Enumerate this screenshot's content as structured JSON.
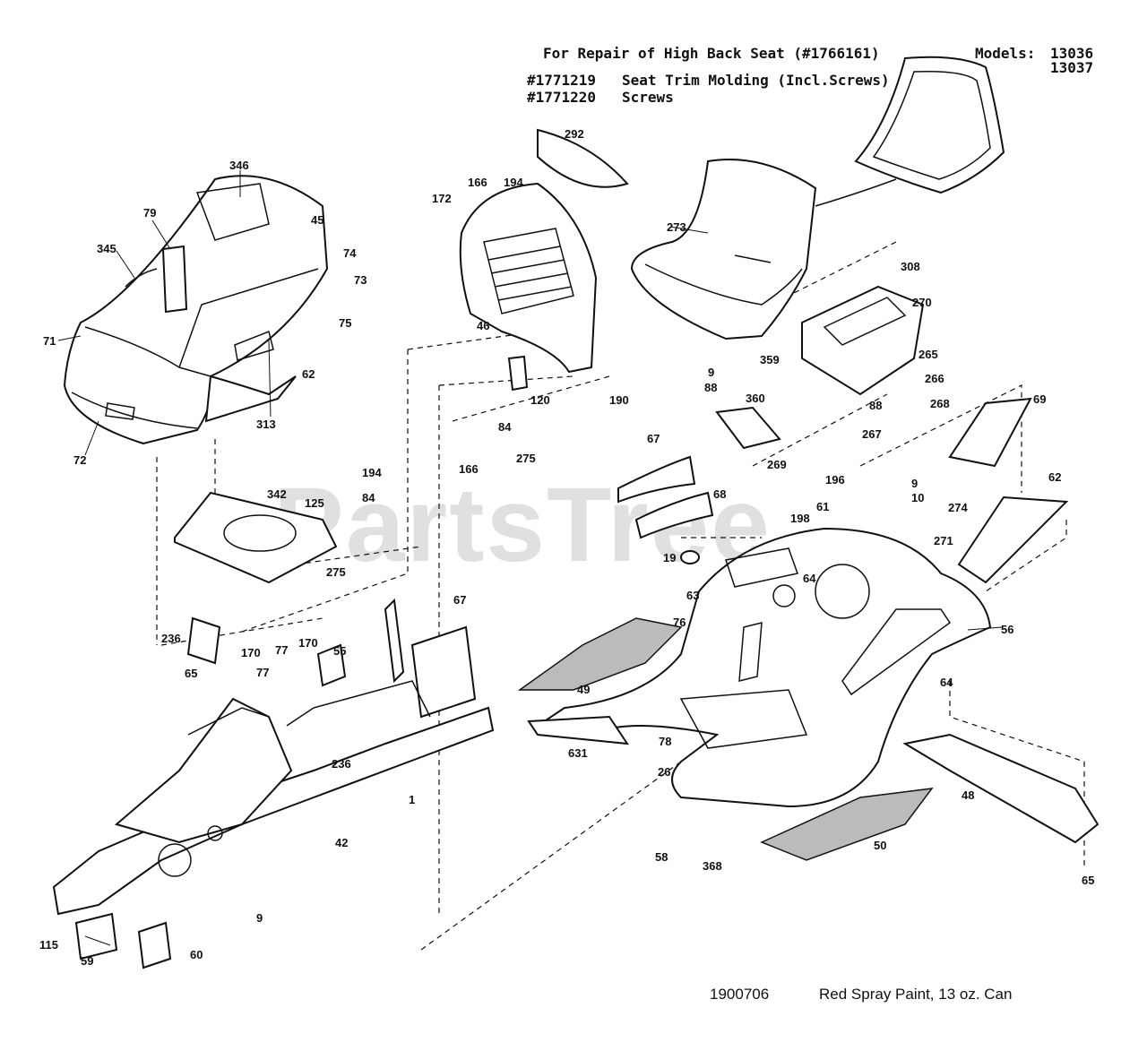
{
  "header": {
    "repair_title": "For Repair of High Back Seat (#1766161)",
    "models_label": "Models:",
    "model_1": "13036",
    "model_2": "13037",
    "line_1_part": "#1771219",
    "line_1_desc": "Seat Trim Molding (Incl.Screws)",
    "line_2_part": "#1771220",
    "line_2_desc": "Screws"
  },
  "footer": {
    "paint_part": "1900706",
    "paint_desc": "Red Spray Paint, 13 oz. Can"
  },
  "watermark": "PartsTree",
  "callouts": {
    "c346a": "346",
    "c79": "79",
    "c345": "345",
    "c45": "45",
    "c74": "74",
    "c73": "73",
    "c75": "75",
    "c71": "71",
    "c62a": "62",
    "c313": "313",
    "c72": "72",
    "c292": "292",
    "c166a": "166",
    "c194a": "194",
    "c172": "172",
    "c46": "46",
    "c120": "120",
    "c190": "190",
    "c84a": "84",
    "c166b": "166",
    "c275a": "275",
    "c273": "273",
    "c308": "308",
    "c270": "270",
    "c359": "359",
    "c265": "265",
    "c266": "266",
    "c268": "268",
    "c88a": "88",
    "c267": "267",
    "c9a": "9",
    "c88b": "88",
    "c360": "360",
    "c269": "269",
    "c69": "69",
    "c194b": "194",
    "c84b": "84",
    "c342": "342",
    "c125": "125",
    "c275b": "275",
    "c67a": "67",
    "c68": "68",
    "c196": "196",
    "c9b": "9",
    "c10": "10",
    "c274": "274",
    "c271": "271",
    "c62b": "62",
    "c61": "61",
    "c198": "198",
    "c19": "19",
    "c64a": "64",
    "c63": "63",
    "c56": "56",
    "c64b": "64",
    "c76": "76",
    "c49": "49",
    "c631": "631",
    "c78": "78",
    "c26": "26",
    "c48": "48",
    "c50": "50",
    "c58": "58",
    "c368": "368",
    "c65": "65",
    "c67b": "67",
    "c236a": "236",
    "c65b": "65",
    "c170a": "170",
    "c77a": "77",
    "c77b": "77",
    "c170b": "170",
    "c55": "55",
    "c236b": "236",
    "c1": "1",
    "c42": "42",
    "c9c": "9",
    "c115": "115",
    "c59": "59",
    "c60": "60"
  }
}
